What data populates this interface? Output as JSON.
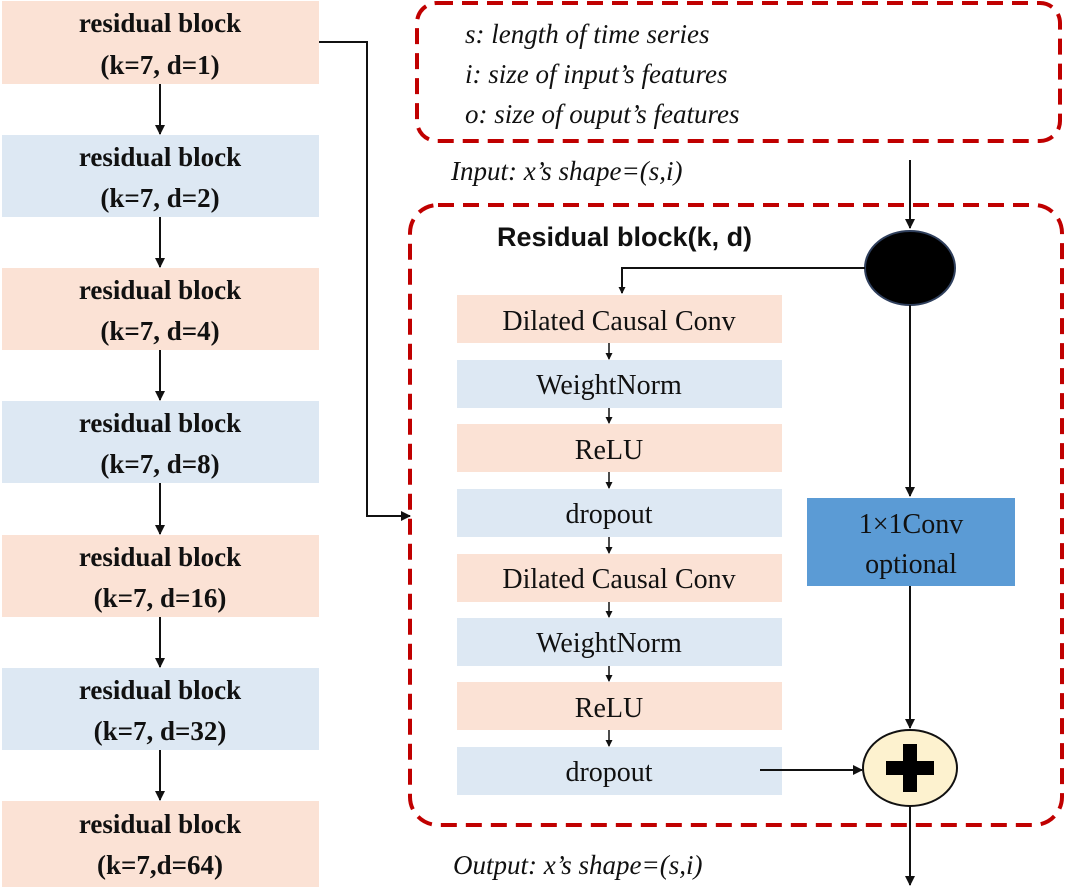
{
  "colors": {
    "peach": "#fbe2d5",
    "blue_light": "#dde8f3",
    "conv_blue": "#5b9bd5",
    "dashed_red": "#c00000",
    "plus_fill": "#fdf2cf"
  },
  "stack": [
    {
      "line1": "residual block",
      "line2": "(k=7, d=1)"
    },
    {
      "line1": "residual block",
      "line2": "(k=7, d=2)"
    },
    {
      "line1": "residual block",
      "line2": "(k=7, d=4)"
    },
    {
      "line1": "residual block",
      "line2": "(k=7, d=8)"
    },
    {
      "line1": "residual block",
      "line2": "(k=7, d=16)"
    },
    {
      "line1": "residual block",
      "line2": "(k=7, d=32)"
    },
    {
      "line1": "residual block",
      "line2": "(k=7,d=64)"
    }
  ],
  "legend": [
    "s: length of time series",
    "i: size of input’s features",
    "o: size of ouput’s features"
  ],
  "input_label": "Input: x’s shape=(s,i)",
  "output_label": "Output: x’s shape=(s,i)",
  "residual_title": "Residual block(k, d)",
  "layers": [
    "Dilated Causal Conv",
    "WeightNorm",
    "ReLU",
    "dropout",
    "Dilated Causal Conv",
    "WeightNorm",
    "ReLU",
    "dropout"
  ],
  "conv": {
    "line1": "1×1Conv",
    "line2": "optional"
  },
  "plus_icon": "plus-icon",
  "split_node_icon": "filled-circle-icon"
}
